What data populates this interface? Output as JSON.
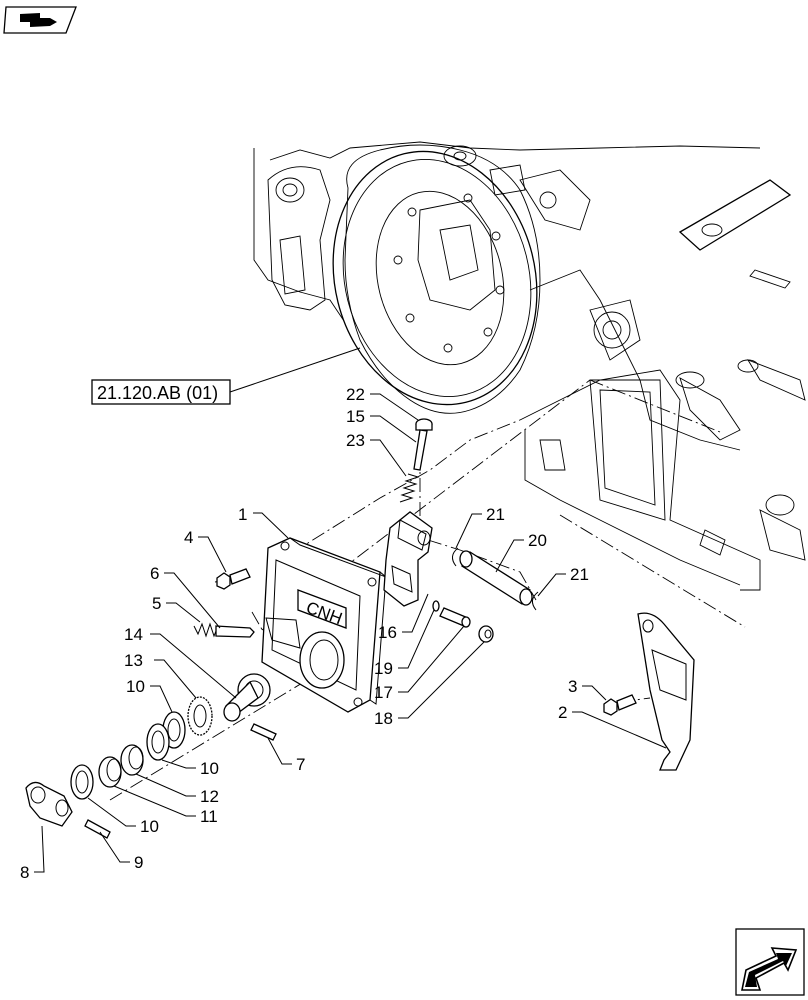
{
  "reference_label": "21.120.AB (01)",
  "callouts": [
    {
      "id": "c1",
      "label": "1"
    },
    {
      "id": "c2",
      "label": "2"
    },
    {
      "id": "c3",
      "label": "3"
    },
    {
      "id": "c4",
      "label": "4"
    },
    {
      "id": "c5",
      "label": "5"
    },
    {
      "id": "c6",
      "label": "6"
    },
    {
      "id": "c7",
      "label": "7"
    },
    {
      "id": "c8",
      "label": "8"
    },
    {
      "id": "c9",
      "label": "9"
    },
    {
      "id": "c10a",
      "label": "10"
    },
    {
      "id": "c10b",
      "label": "10"
    },
    {
      "id": "c10c",
      "label": "10"
    },
    {
      "id": "c11",
      "label": "11"
    },
    {
      "id": "c12",
      "label": "12"
    },
    {
      "id": "c13",
      "label": "13"
    },
    {
      "id": "c14",
      "label": "14"
    },
    {
      "id": "c15",
      "label": "15"
    },
    {
      "id": "c16",
      "label": "16"
    },
    {
      "id": "c17",
      "label": "17"
    },
    {
      "id": "c18",
      "label": "18"
    },
    {
      "id": "c19",
      "label": "19"
    },
    {
      "id": "c20",
      "label": "20"
    },
    {
      "id": "c21a",
      "label": "21"
    },
    {
      "id": "c21b",
      "label": "21"
    },
    {
      "id": "c22",
      "label": "22"
    },
    {
      "id": "c23",
      "label": "23"
    }
  ],
  "icons": {
    "top_left": "book-icon",
    "bottom_right": "next-page-arrow-icon"
  }
}
